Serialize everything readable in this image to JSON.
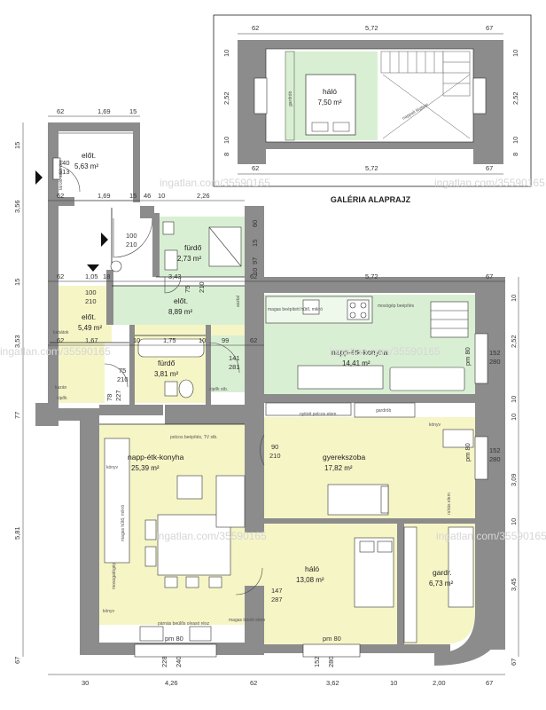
{
  "colors": {
    "wall": "#8c8c8c",
    "green": "#d9efd3",
    "yellow": "#f6f5c6",
    "line": "#222222",
    "watermark": "#d6d6d6"
  },
  "watermark": "ingatlan.com/35590165",
  "gallery": {
    "title": "GALÉRIA ALAPRAJZ",
    "top_dims": [
      "62",
      "5,72",
      "67"
    ],
    "bottom_dims": [
      "62",
      "5,72",
      "67"
    ],
    "left_dims": [
      "10",
      "2,52",
      "10",
      "8"
    ],
    "right_dims": [
      "10",
      "2,52",
      "10",
      "8"
    ],
    "room_name": "háló",
    "room_area": "7,50 m²",
    "notes": [
      "gardrób",
      "nappali légtere"
    ]
  },
  "rooms": {
    "elot_top": {
      "name": "előt.",
      "area": "5,63 m²"
    },
    "furdo_top": {
      "name": "fürdő",
      "area": "2,73 m²"
    },
    "elot_mid": {
      "name": "előt.",
      "area": "8,89 m²"
    },
    "elot_left": {
      "name": "előt.",
      "area": "5,49 m²"
    },
    "furdo_bottom": {
      "name": "fürdő",
      "area": "3,81 m²"
    },
    "napp_right": {
      "name": "napp-étk-konyha",
      "area": "14,41 m²"
    },
    "napp_left": {
      "name": "napp-étk-konyha",
      "area": "25,39 m²"
    },
    "gyerek": {
      "name": "gyerekszoba",
      "area": "17,82 m²"
    },
    "halo": {
      "name": "háló",
      "area": "13,08 m²"
    },
    "gardr": {
      "name": "gardr.",
      "area": "6,73 m²"
    }
  },
  "top_dims": [
    "62",
    "1,69",
    "15"
  ],
  "row2_dims": [
    "62",
    "1,69",
    "15",
    "46",
    "10",
    "2,26"
  ],
  "row3_dims": [
    "62",
    "1,05",
    "18",
    "3,43",
    "62",
    "5,72",
    "67"
  ],
  "row4_dims": [
    "62",
    "1,67",
    "10",
    "1,75",
    "10",
    "99",
    "62"
  ],
  "bottom_dims": [
    "30",
    "4,26",
    "62",
    "3,62",
    "10",
    "2,00",
    "67"
  ],
  "bottom_small": [
    "228",
    "240",
    "152",
    "280"
  ],
  "left_dims": [
    "15",
    "3,56",
    "15",
    "3,53",
    "77",
    "5,81",
    "67"
  ],
  "right_dims": [
    "10",
    "2,52",
    "10",
    "10",
    "3,09",
    "10",
    "3,45",
    "67"
  ],
  "openings": {
    "d1": [
      "100",
      "210"
    ],
    "d2": [
      "100",
      "210"
    ],
    "d3": [
      "75",
      "210"
    ],
    "d4": [
      "75",
      "210"
    ],
    "d5": [
      "141",
      "281"
    ],
    "d6": [
      "90",
      "210"
    ],
    "d7": [
      "147",
      "287"
    ],
    "w1": [
      "152",
      "280"
    ],
    "w2": [
      "152",
      "280"
    ],
    "w0": [
      "140",
      "313"
    ],
    "pm1": "pm 80",
    "pm2": "pm 80",
    "pm3": "pm 80",
    "pm4": "pm 80",
    "v1": "78",
    "v2": "227",
    "s60": "60",
    "s15": "15",
    "s97": "97",
    "s10": "10"
  },
  "notes": {
    "polcos": "polcos beépítés, TV stb.",
    "nyitott": "nyitott polcos elem",
    "gardrob": "gardrób",
    "konyv1": "könyv",
    "konyv2": "könyv",
    "konyv3": "könyv",
    "parnas": "párnás beülős olvasó rész",
    "magas": "magas tároló elem",
    "tarolo": "tároló szekrény",
    "kabat": "kabátok",
    "cipo": "cipők",
    "cipo2": "cipők stb.",
    "kazan": "kazán",
    "mosogep": "mosógép beépítés",
    "magashuto": "magas beépített hűtő, mikró",
    "asztal": "asztal",
    "ruha": "ruhás elem",
    "magashutomik": "magas hűtő, mikró",
    "mosogatogep": "mosogatógép"
  }
}
